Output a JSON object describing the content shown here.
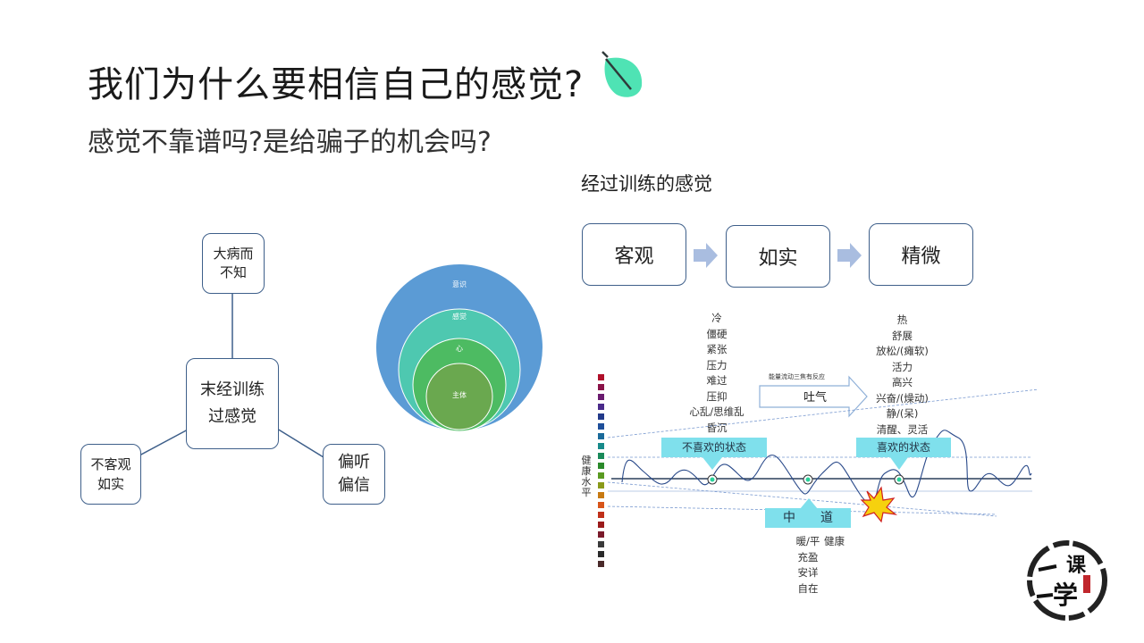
{
  "title": "我们为什么要相信自己的感觉?",
  "subtitle": "感觉不靠谱吗?是给骗子的机会吗?",
  "left_diagram": {
    "center": [
      "末经训练",
      "过感觉"
    ],
    "top": [
      "大病而",
      "不知"
    ],
    "bottom_left": [
      "不客观",
      "如实"
    ],
    "bottom_right": [
      "偏听",
      "偏信"
    ]
  },
  "circles": {
    "labels": [
      "意识",
      "感觉",
      "心",
      "主体"
    ],
    "colors": [
      "#5b9bd5",
      "#4ec8b0",
      "#4dbb62",
      "#6aa84f"
    ]
  },
  "trained": {
    "label": "经过训练的感觉",
    "steps": [
      "客观",
      "如实",
      "精微"
    ]
  },
  "state_diagram": {
    "negative_states": [
      "冷",
      "僵硬",
      "紧张",
      "压力",
      "难过",
      "压抑",
      "心乱/思维乱",
      "昏沉"
    ],
    "positive_states": [
      "热",
      "舒展",
      "放松/(瘫软)",
      "活力",
      "高兴",
      "兴奋/(燥动)",
      "静/(呆)",
      "清醒、灵活"
    ],
    "energy_note": "能量流动三焦有反应",
    "exhale": "吐气",
    "dislike_state": "不喜欢的状态",
    "like_state": "喜欢的状态",
    "middle_way": "中　　道",
    "health_axis": [
      "健",
      "康",
      "水",
      "平"
    ],
    "middle_qualities": [
      "暖/平",
      "充盈",
      "安详",
      "自在"
    ],
    "healthy": "健康",
    "ruler_colors": [
      "#b0102a",
      "#8a1248",
      "#6a1a6e",
      "#4a2a8a",
      "#223a8a",
      "#1e4f9a",
      "#1a6a9a",
      "#178a8a",
      "#1a8a5a",
      "#2a8a2a",
      "#5a9a22",
      "#8a9a1a",
      "#c87a12",
      "#d8551a",
      "#c0301a",
      "#9a1a1a",
      "#7a1a2a",
      "#3a3a3a",
      "#2a2a2a",
      "#4a2a2a"
    ]
  },
  "logo": {
    "text": [
      "课",
      "学"
    ]
  }
}
